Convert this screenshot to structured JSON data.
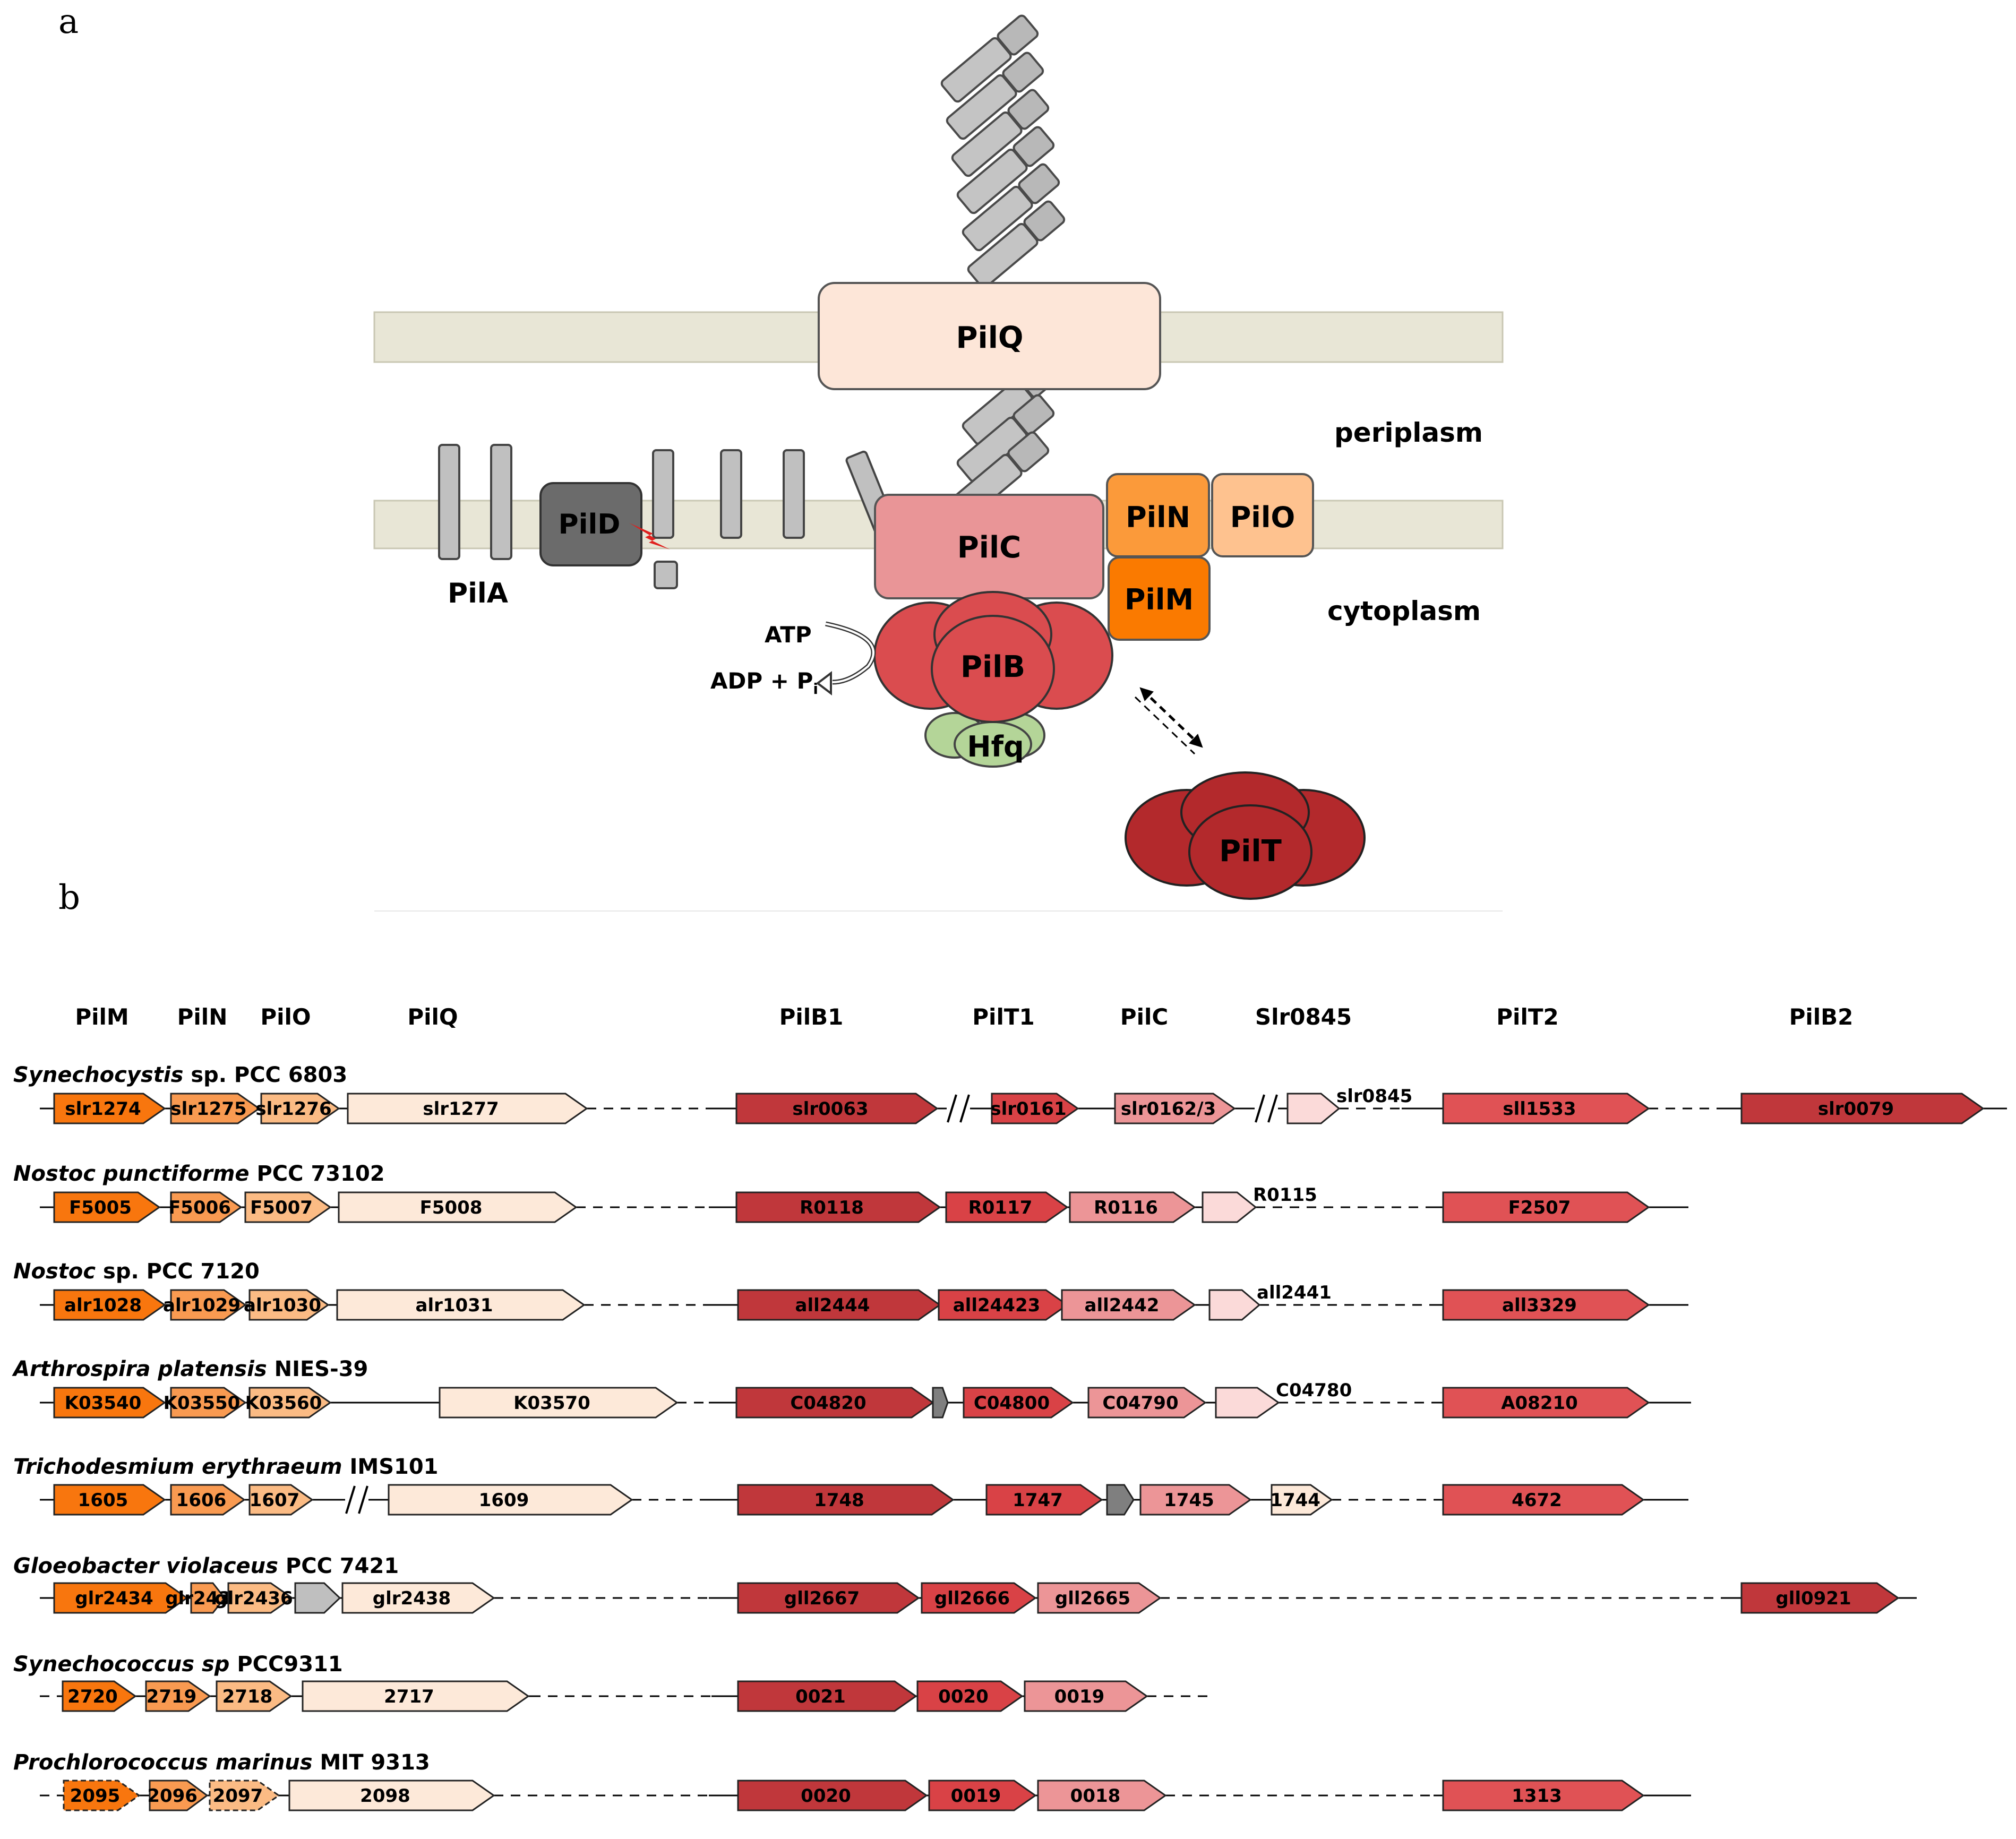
{
  "panel_a": {
    "letter": "a",
    "labels": {
      "pilq": "PilQ",
      "pild": "PilD",
      "pila": "PilA",
      "pilc": "PilC",
      "piln": "PilN",
      "pilo": "PilO",
      "pilm": "PilM",
      "pilb": "PilB",
      "hfq": "Hfq",
      "pilt": "PilT",
      "periplasm": "periplasm",
      "cytoplasm": "cytoplasm",
      "atp": "ATP",
      "adp": "ADP + P",
      "adp_sub": "i"
    },
    "colors": {
      "membrane": "#e8e6d6",
      "pilq": "#fde6d8",
      "pild": "#6b6b6b",
      "pilus": "#bdbdbd",
      "pilc": "#e99597",
      "piln": "#fb9a3a",
      "pilo": "#fec28f",
      "pilm": "#fa7a00",
      "pilb": "#da4c4f",
      "hfq": "#b4d598",
      "pilt": "#b3292c"
    }
  },
  "panel_b": {
    "letter": "b",
    "column_headers": [
      "PilM",
      "PilN",
      "PilO",
      "PilQ",
      "PilB1",
      "PilT1",
      "PilC",
      "Slr0845",
      "PilT2",
      "PilB2"
    ],
    "colors": {
      "pilm": "#f8760e",
      "piln": "#f99a51",
      "pilo": "#fbbb84",
      "pilq": "#fde9d9",
      "pilb": "#c0373b",
      "pilt1": "#d94246",
      "pilc": "#ec9597",
      "slr0845": "#fbdad9",
      "pilt2": "#e05255",
      "grey": "#bfbfbf",
      "darkgrey": "#7f7f7f"
    },
    "rows": [
      {
        "italic": "Synechocystis",
        "rest": " sp. PCC 6803",
        "genes": [
          "slr1274",
          "slr1275",
          "slr1276",
          "slr1277",
          "slr0063",
          "slr0161",
          "slr0162/3",
          "slr0845",
          "sll1533",
          "slr0079"
        ]
      },
      {
        "italic": "Nostoc punctiforme",
        "rest": " PCC 73102",
        "genes": [
          "F5005",
          "F5006",
          "F5007",
          "F5008",
          "R0118",
          "R0117",
          "R0116",
          "R0115",
          "F2507"
        ]
      },
      {
        "italic": "Nostoc",
        "rest": " sp. PCC 7120",
        "genes": [
          "alr1028",
          "alr1029",
          "alr1030",
          "alr1031",
          "all2444",
          "all24423",
          "all2442",
          "all2441",
          "all3329"
        ]
      },
      {
        "italic": "Arthrospira platensis",
        "rest": " NIES-39",
        "genes": [
          "K03540",
          "K03550",
          "K03560",
          "K03570",
          "C04820",
          "C04800",
          "C04790",
          "C04780",
          "A08210"
        ]
      },
      {
        "italic": "Trichodesmium erythraeum",
        "rest": " IMS101",
        "genes": [
          "1605",
          "1606",
          "1607",
          "1609",
          "1748",
          "1747",
          "1745",
          "1744",
          "4672"
        ]
      },
      {
        "italic": "Gloeobacter violaceus",
        "rest": " PCC 7421",
        "genes": [
          "glr2434",
          "glr2435",
          "glr2436",
          "glr2438",
          "gll2667",
          "gll2666",
          "gll2665",
          "gll0921"
        ]
      },
      {
        "italic": "Synechococcus sp",
        "rest": " PCC9311",
        "genes": [
          "2720",
          "2719",
          "2718",
          "2717",
          "0021",
          "0020",
          "0019"
        ]
      },
      {
        "italic": "Prochlorococcus marinus",
        "rest": " MIT 9313",
        "genes": [
          "2095",
          "2096",
          "2097",
          "2098",
          "0020",
          "0019",
          "0018",
          "1313"
        ]
      }
    ]
  }
}
